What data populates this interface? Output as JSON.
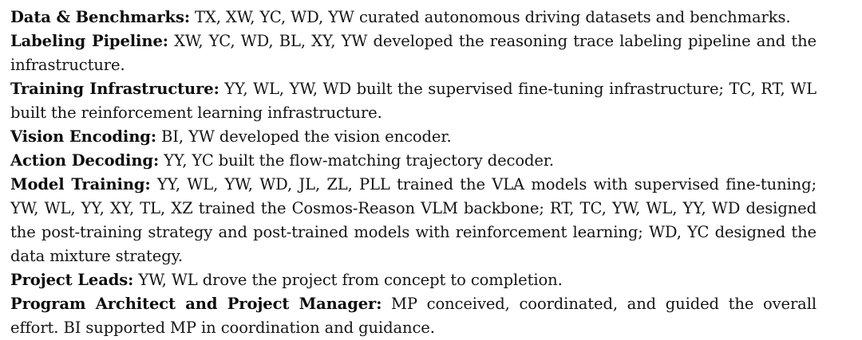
{
  "page": {
    "background_color": "#ffffff",
    "text_color": "#141414"
  },
  "contributions": {
    "items": [
      {
        "label": "Data & Benchmarks:",
        "text": "TX, XW, YC, WD, YW curated autonomous driving datasets and benchmarks."
      },
      {
        "label": "Labeling Pipeline:",
        "text": "XW, YC, WD, BL, XY, YW developed the reasoning trace labeling pipeline and the infrastructure."
      },
      {
        "label": "Training Infrastructure:",
        "text": "YY, WL, YW, WD built the supervised fine-tuning infrastructure; TC, RT, WL built the reinforcement learning infrastructure."
      },
      {
        "label": "Vision Encoding:",
        "text": "BI, YW developed the vision encoder."
      },
      {
        "label": "Action Decoding:",
        "text": "YY, YC built the flow-matching trajectory decoder."
      },
      {
        "label": "Model Training:",
        "text": "YY, WL, YW, WD, JL, ZL, PLL trained the VLA models with supervised fine-tuning; YW, WL, YY, XY, TL, XZ trained the Cosmos-Reason VLM backbone; RT, TC, YW, WL, YY, WD designed the post-training strategy and post-trained models with reinforcement learning; WD, YC designed the data mixture strategy."
      },
      {
        "label": "Project Leads:",
        "text": "YW, WL drove the project from concept to completion."
      },
      {
        "label": "Program Architect and Project Manager:",
        "text": "MP conceived, coordinated, and guided the overall effort. BI supported MP in coordination and guidance."
      }
    ]
  }
}
